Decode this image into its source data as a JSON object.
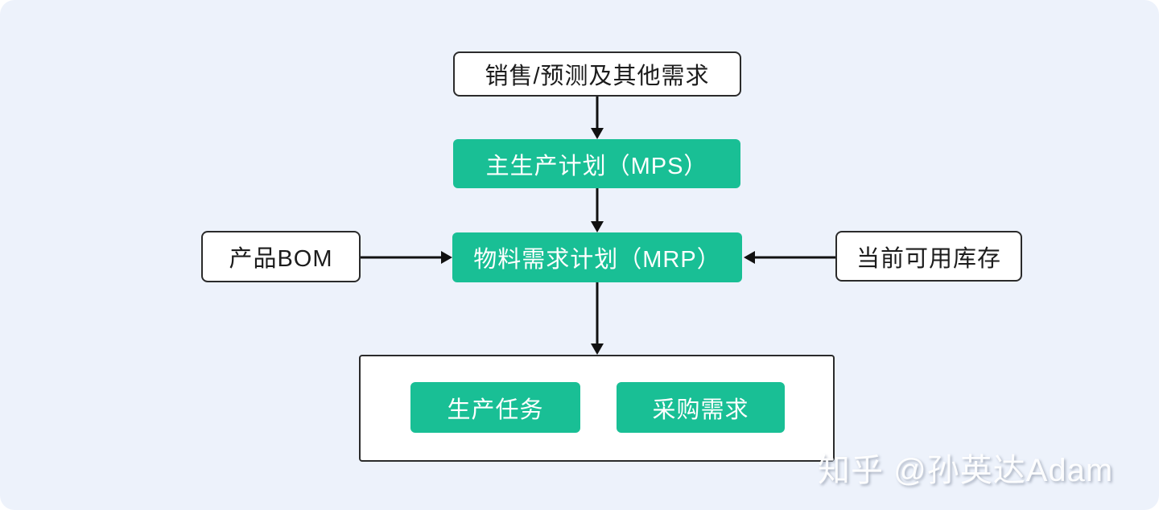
{
  "diagram": {
    "description": "MRP planning flow diagram",
    "colors": {
      "canvas_background": "#edf2fb",
      "node_green": "#19bf95",
      "node_border": "#2b2b2b",
      "arrow": "#111111",
      "text_dark": "#1c1c1c",
      "text_light": "#ffffff"
    },
    "nodes": {
      "demand": "销售/预测及其他需求",
      "mps": "主生产计划（MPS）",
      "mrp": "物料需求计划（MRP）",
      "bom": "产品BOM",
      "inventory": "当前可用库存",
      "production_task": "生产任务",
      "purchase_demand": "采购需求"
    },
    "edges": [
      {
        "from": "demand",
        "to": "mps"
      },
      {
        "from": "mps",
        "to": "mrp"
      },
      {
        "from": "bom",
        "to": "mrp"
      },
      {
        "from": "inventory",
        "to": "mrp"
      },
      {
        "from": "mrp",
        "to": "outputs"
      }
    ]
  },
  "watermark": {
    "text": "知乎 @孙英达Adam"
  }
}
